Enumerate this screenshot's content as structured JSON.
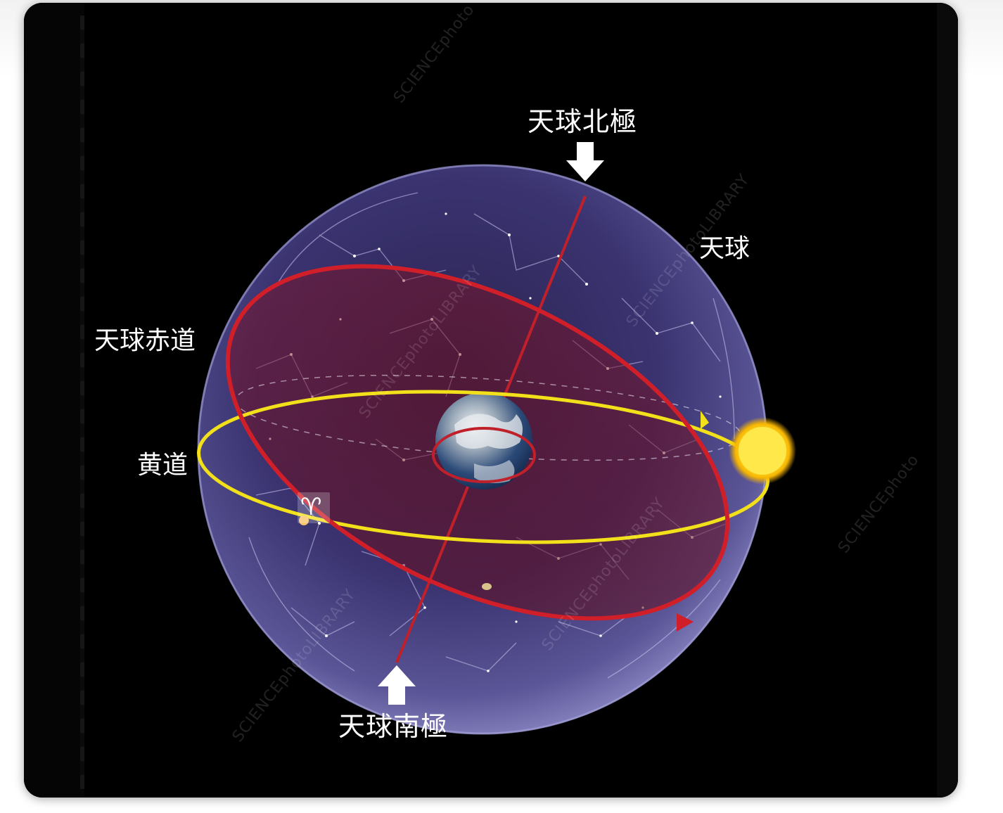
{
  "labels": {
    "north_pole": "天球北極",
    "south_pole": "天球南極",
    "celestial_equator": "天球赤道",
    "ecliptic": "黄道",
    "celestial_sphere": "天球",
    "aries_symbol": "♈"
  },
  "watermarks": [
    "SCIENCEphoto",
    "SCIENCEphotoLIBRARY",
    "SCIENCEphotoLIBRARY",
    "SCIENCEphotoLIBRARY",
    "SCIENCEphoto",
    "SCIENCEphotoLIBRARY"
  ],
  "icons": {
    "north_arrow": "arrow-down-icon",
    "south_arrow": "arrow-up-icon",
    "sun": "sun-icon",
    "earth": "earth-icon"
  },
  "colors": {
    "equator": "#d11f2a",
    "ecliptic": "#f2e01a",
    "axis": "#c0202a",
    "sphere": "#3a3370",
    "sun": "#ffd21e"
  }
}
